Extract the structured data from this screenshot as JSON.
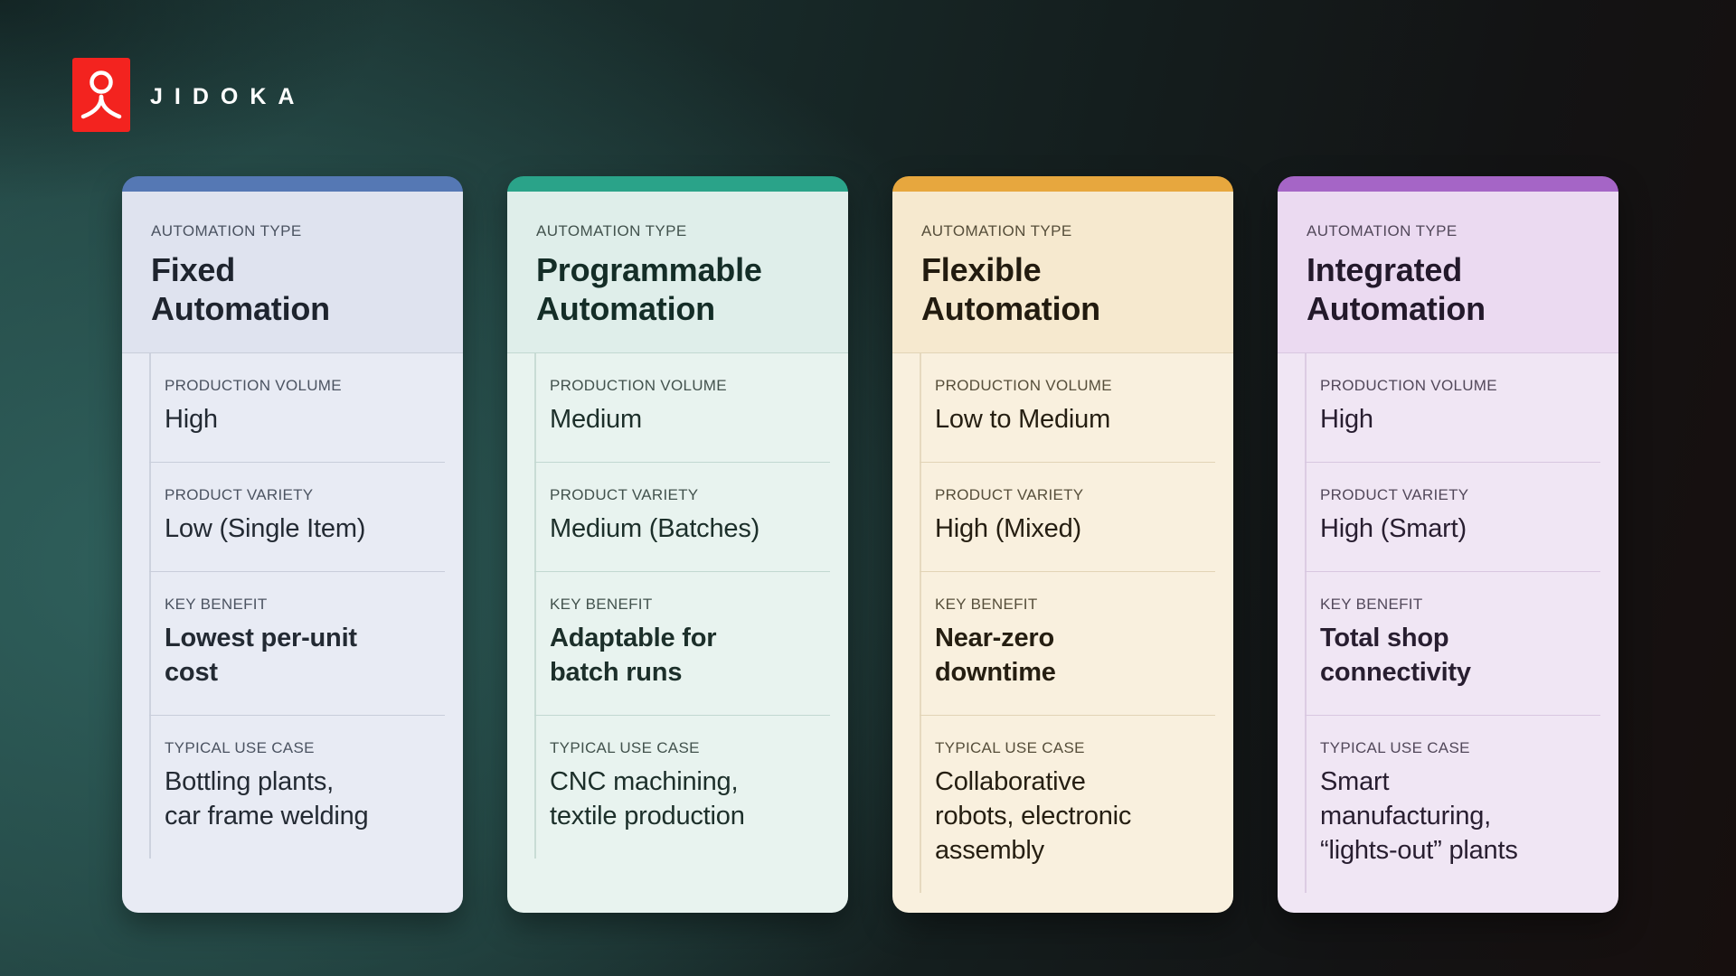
{
  "page": {
    "background_teal": "#2f605c",
    "background_dark": "#131314"
  },
  "brand": {
    "name": "JIDOKA",
    "logo_icon": "person-icon",
    "logo_color": "#f3231f"
  },
  "field_labels": {
    "automation_type": "AUTOMATION TYPE",
    "production_volume": "PRODUCTION VOLUME",
    "product_variety": "PRODUCT VARIETY",
    "key_benefit": "KEY BENEFIT",
    "typical_use_case": "TYPICAL USE CASE"
  },
  "cards": [
    {
      "title": "Fixed\nAutomation",
      "production_volume": "High",
      "product_variety": "Low (Single Item)",
      "key_benefit": "Lowest per-unit\ncost",
      "typical_use_case": "Bottling plants,\ncar frame welding",
      "colors": {
        "accent": "#5578b4",
        "header_bg": "#dfe3ef",
        "body_bg": "#e8ebf4",
        "divider": "#c8cdda",
        "rule": "#cdd2de",
        "label": "#4b5361",
        "title": "#1e242e",
        "value": "#232a33"
      }
    },
    {
      "title": "Programmable\nAutomation",
      "production_volume": "Medium",
      "product_variety": "Medium (Batches)",
      "key_benefit": "Adaptable for\nbatch runs",
      "typical_use_case": "CNC machining,\ntextile production",
      "colors": {
        "accent": "#2aa389",
        "header_bg": "#dfeeea",
        "body_bg": "#e8f3ef",
        "divider": "#c2d8d1",
        "rule": "#c9dcd5",
        "label": "#42524d",
        "title": "#142d27",
        "value": "#1c2f2a"
      }
    },
    {
      "title": "Flexible\nAutomation",
      "production_volume": "Low to Medium",
      "product_variety": "High (Mixed)",
      "key_benefit": "Near-zero\ndowntime",
      "typical_use_case": "Collaborative\nrobots, electronic\nassembly",
      "colors": {
        "accent": "#e7a73e",
        "header_bg": "#f6e9cf",
        "body_bg": "#f9f0de",
        "divider": "#e2d4b6",
        "rule": "#e6d9bf",
        "label": "#564e3a",
        "title": "#221b0f",
        "value": "#251e11"
      }
    },
    {
      "title": "Integrated\nAutomation",
      "production_volume": "High",
      "product_variety": "High (Smart)",
      "key_benefit": "Total shop\nconnectivity",
      "typical_use_case": "Smart\nmanufacturing,\n“lights-out” plants",
      "colors": {
        "accent": "#a565c6",
        "header_bg": "#ebdaf1",
        "body_bg": "#f0e6f4",
        "divider": "#d8c7e0",
        "rule": "#dccce3",
        "label": "#52485a",
        "title": "#23192b",
        "value": "#281e30"
      }
    }
  ]
}
